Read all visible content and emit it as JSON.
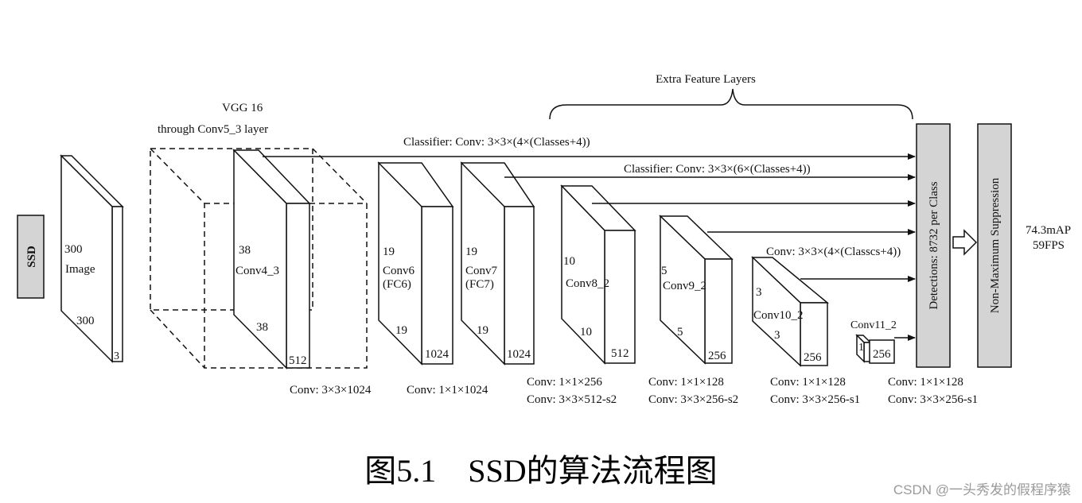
{
  "diagram": {
    "ssd_label": "SSD",
    "image": {
      "dim_top": "300",
      "name": "Image",
      "dim_bottom": "300",
      "depth": "3"
    },
    "vgg": {
      "title": "VGG 16",
      "subtitle": "through Conv5_3 layer"
    },
    "conv4_3": {
      "dim_top": "38",
      "name": "Conv4_3",
      "dim_bottom": "38",
      "depth": "512"
    },
    "conv6": {
      "dim_top": "19",
      "name_line1": "Conv6",
      "name_line2": "(FC6)",
      "dim_bottom": "19",
      "depth": "1024"
    },
    "conv7": {
      "dim_top": "19",
      "name_line1": "Conv7",
      "name_line2": "(FC7)",
      "dim_bottom": "19",
      "depth": "1024"
    },
    "conv8_2": {
      "dim_top": "10",
      "name": "Conv8_2",
      "dim_bottom": "10",
      "depth": "512"
    },
    "conv9_2": {
      "dim_top": "5",
      "name": "Conv9_2",
      "dim_bottom": "5",
      "depth": "256"
    },
    "conv10_2": {
      "dim_top": "3",
      "name": "Conv10_2",
      "dim_bottom": "3",
      "depth": "256"
    },
    "conv11_2": {
      "name": "Conv11_2",
      "dim": "1",
      "depth": "256"
    },
    "extra_feature_layers": "Extra Feature Layers",
    "classifier_1": "Classifier: Conv: 3×3×(4×(Classes+4))",
    "classifier_2": "Classifier: Conv: 3×3×(6×(Classes+4))",
    "classifier_3": "Conv: 3×3×(4×(Classcs+4))",
    "conv_labels": {
      "after_vgg": "Conv: 3×3×1024",
      "after_conv6": "Conv: 1×1×1024",
      "conv8_line1": "Conv: 1×1×256",
      "conv8_line2": "Conv: 3×3×512-s2",
      "conv9_line1": "Conv: 1×1×128",
      "conv9_line2": "Conv: 3×3×256-s2",
      "conv10_line1": "Conv: 1×1×128",
      "conv10_line2": "Conv: 3×3×256-s1",
      "conv11_line1": "Conv: 1×1×128",
      "conv11_line2": "Conv: 3×3×256-s1"
    },
    "detections": "Detections: 8732 per Class",
    "nms": "Non-Maximum Suppression",
    "result_map": "74.3mAP",
    "result_fps": "59FPS"
  },
  "caption": "图5.1　SSD的算法流程图",
  "watermark": "CSDN @一头秀发的假程序猿",
  "colors": {
    "box_fill": "#d4d4d4",
    "line": "#111111",
    "background": "#ffffff"
  }
}
